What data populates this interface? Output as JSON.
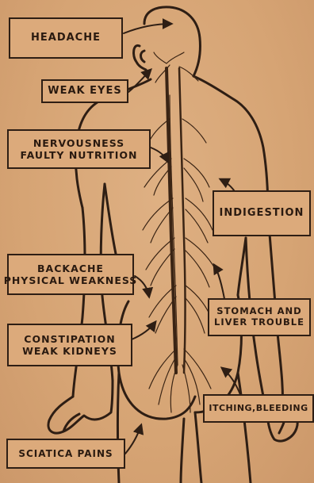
{
  "labels": {
    "headache": "HEADACHE",
    "weak_eyes": "WEAK EYES",
    "nervousness": "NERVOUSNESS",
    "faulty_nutrition": "FAULTY NUTRITION",
    "indigestion": "INDIGESTION",
    "backache": "BACKACHE",
    "physical_weakness": "PHYSICAL WEAKNESS",
    "stomach": "STOMACH AND",
    "liver_trouble": "LIVER TROUBLE",
    "constipation": "CONSTIPATION",
    "weak_kidneys": "WEAK KIDNEYS",
    "itching": "ITCHING,BLEEDING",
    "sciatica": "SCIATICA PAINS"
  },
  "colors": {
    "paper": "#d9a877",
    "ink": "#2e1e14"
  }
}
